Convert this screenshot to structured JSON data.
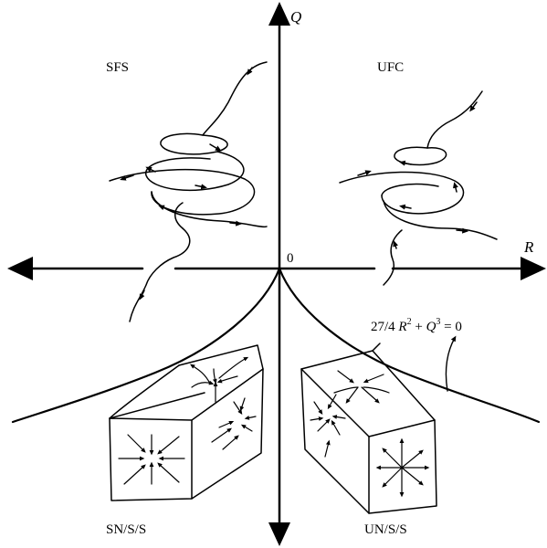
{
  "axes": {
    "horizontal_label": "R",
    "vertical_label": "Q",
    "origin_label": "0"
  },
  "regions": {
    "top_left": "SFS",
    "top_right": "UFC",
    "bottom_left": "SN/S/S",
    "bottom_right": "UN/S/S"
  },
  "boundary_curve": {
    "equation_lhs": "27/4 ",
    "equation_var1": "R",
    "equation_exp1": "2",
    "equation_plus": " + ",
    "equation_var2": "Q",
    "equation_exp2": "3",
    "equation_rhs": " = 0"
  },
  "colors": {
    "ink": "#000000",
    "background": "#ffffff"
  }
}
